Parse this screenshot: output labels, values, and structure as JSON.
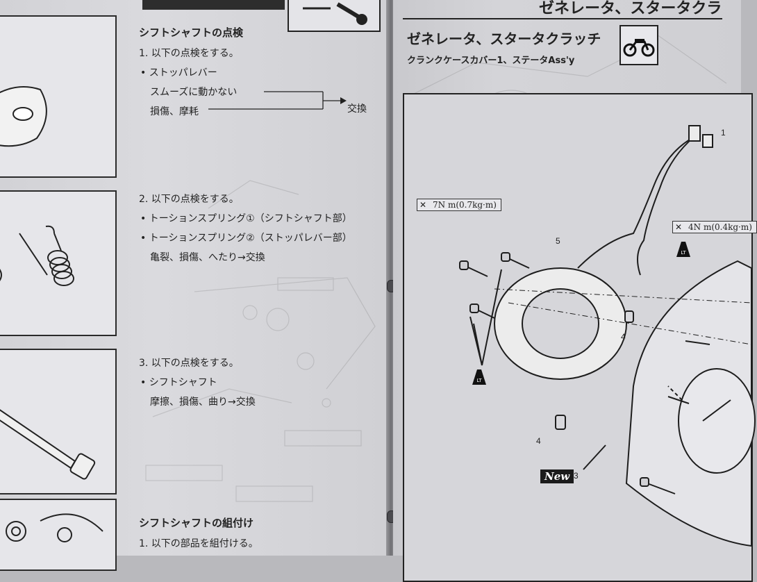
{
  "left": {
    "section1": {
      "heading": "シフトシャフトの点検",
      "step": "1. 以下の点検をする。",
      "bullet": "• ストッパレバー",
      "line1": "スムーズに動かない",
      "line2": "損傷、摩耗",
      "result": "交換"
    },
    "section2": {
      "step": "2. 以下の点検をする。",
      "bullet1": "• トーションスプリング①（シフトシャフト部）",
      "bullet2": "• トーションスプリング②（ストッパレバー部）",
      "note": "亀裂、損傷、へたり→交換"
    },
    "section3": {
      "step": "3. 以下の点検をする。",
      "bullet": "• シフトシャフト",
      "note": "摩擦、損傷、曲り→交換"
    },
    "section4": {
      "heading": "シフトシャフトの組付け",
      "step": "1. 以下の部品を組付ける。"
    }
  },
  "right": {
    "header_fragment": "ゼネレータ、スタータクラ",
    "title": "ゼネレータ、スタータクラッチ",
    "subtitle": "クランクケースカバー1、ステータAss'y",
    "bike_icon": "motorcycle-icon",
    "torque1": "7N m(0.7kg·m)",
    "torque2": "4N m(0.4kg·m)",
    "callouts": {
      "c1": "1",
      "c3": "3",
      "c4a": "4",
      "c4b": "4",
      "c5": "5"
    },
    "lt_label": "LT",
    "new_label": "New"
  }
}
